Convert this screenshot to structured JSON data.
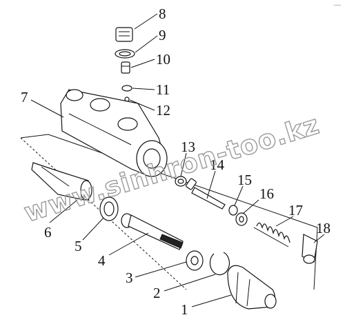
{
  "callouts": [
    "1",
    "2",
    "3",
    "4",
    "5",
    "6",
    "7",
    "8",
    "9",
    "10",
    "11",
    "12",
    "13",
    "14",
    "15",
    "16",
    "17",
    "18"
  ],
  "watermark": "www.sinhron-too.kz",
  "corner_mark": "—"
}
